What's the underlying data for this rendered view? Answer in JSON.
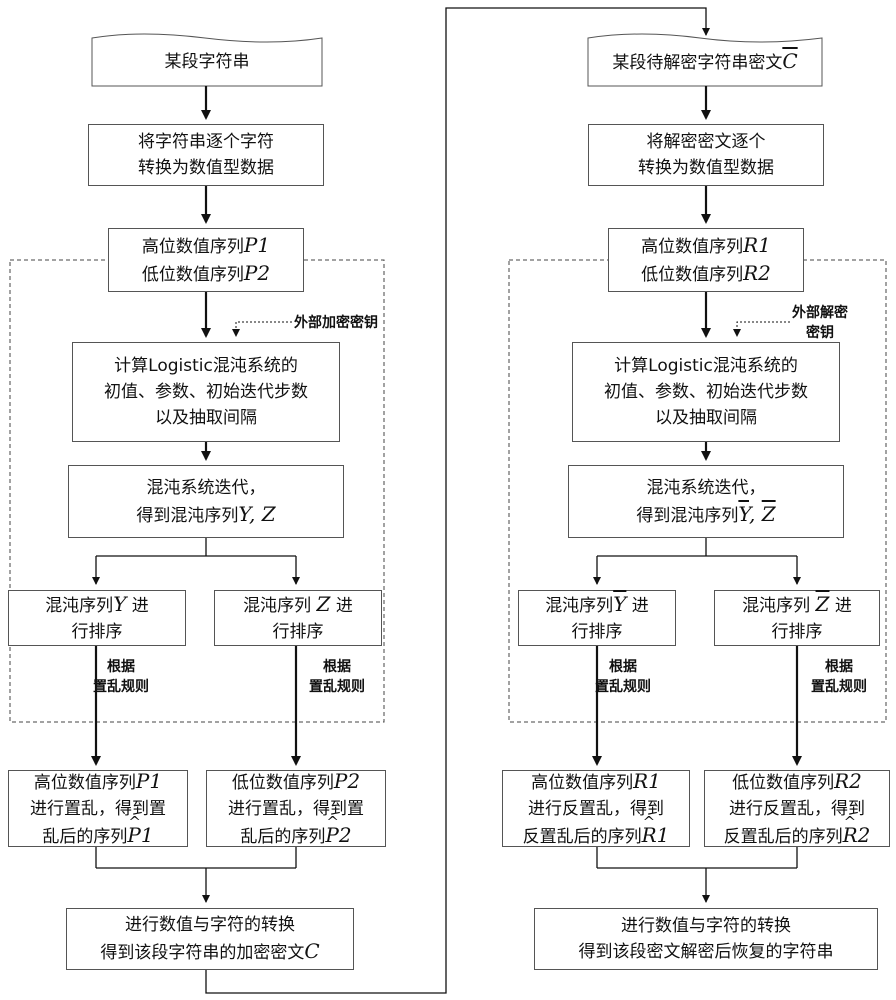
{
  "left": {
    "start": "某段字符串",
    "convert": [
      "将字符串逐个字符",
      "转换为数值型数据"
    ],
    "seq_high": "高位数值序列",
    "seq_high_var": "P1",
    "seq_low": "低位数值序列",
    "seq_low_var": "P2",
    "key_label": "外部加密密钥",
    "compute": [
      "计算Logistic混沌系统的",
      "初值、参数、初始迭代步数",
      "以及抽取间隔"
    ],
    "iterate": "混沌系统迭代，",
    "iterate_result": "得到混沌序列",
    "iterate_vars": "Y, Z",
    "sort_y_pre": "混沌序列",
    "sort_y_var": "Y",
    "sort_y_post": " 进",
    "sort_y_line2": "行排序",
    "sort_z_pre": "混沌序列 ",
    "sort_z_var": "Z",
    "sort_z_post": " 进",
    "sort_z_line2": "行排序",
    "rule_line1": "根据",
    "rule_line2": "置乱规则",
    "scr_high_l1": "高位数值序列",
    "scr_high_var": "P1",
    "scr_high_l2": "进行置乱，得到置",
    "scr_high_l3": "乱后的序列",
    "scr_high_result": "P",
    "scr_high_result_n": "1",
    "scr_low_l1": "低位数值序列",
    "scr_low_var": "P2",
    "scr_low_l2": "进行置乱，得到置",
    "scr_low_l3": "乱后的序列",
    "scr_low_result": "P",
    "scr_low_result_n": "2",
    "final_l1": "进行数值与字符的转换",
    "final_l2": "得到该段字符串的加密密文",
    "final_var": "C"
  },
  "right": {
    "start": "某段待解密字符串密文",
    "start_var": "C",
    "convert": [
      "将解密密文逐个",
      "转换为数值型数据"
    ],
    "seq_high": "高位数值序列",
    "seq_high_var": "R1",
    "seq_low": "低位数值序列",
    "seq_low_var": "R2",
    "key_line1": "外部解密",
    "key_line2": "密钥",
    "compute": [
      "计算Logistic混沌系统的",
      "初值、参数、初始迭代步数",
      "以及抽取间隔"
    ],
    "iterate": "混沌系统迭代，",
    "iterate_result": "得到混沌序列",
    "iterate_var_y": "Y",
    "iterate_var_z": "Z",
    "sort_y_pre": "混沌序列",
    "sort_y_var": "Y",
    "sort_y_post": " 进",
    "sort_y_line2": "行排序",
    "sort_z_pre": "混沌序列 ",
    "sort_z_var": "Z",
    "sort_z_post": " 进",
    "sort_z_line2": "行排序",
    "rule_line1": "根据",
    "rule_line2": "置乱规则",
    "scr_high_l1": "高位数值序列",
    "scr_high_var": "R1",
    "scr_high_l2": "进行反置乱，得到",
    "scr_high_l3": "反置乱后的序列",
    "scr_high_result": "R",
    "scr_high_result_n": "1",
    "scr_low_l1": "低位数值序列",
    "scr_low_var": "R2",
    "scr_low_l2": "进行反置乱，得到",
    "scr_low_l3": "反置乱后的序列",
    "scr_low_result": "R",
    "scr_low_result_n": "2",
    "final_l1": "进行数值与字符的转换",
    "final_l2": "得到该段密文解密后恢复的字符串"
  }
}
